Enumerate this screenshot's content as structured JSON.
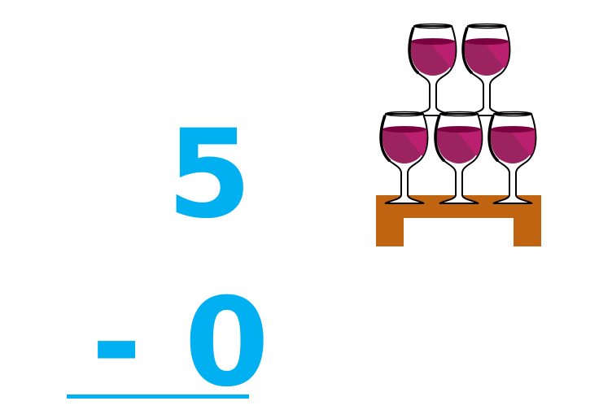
{
  "problem": {
    "minuend": "5",
    "operator": "-",
    "subtrahend": "0"
  },
  "illustration": {
    "glass_count": 5,
    "glass_rows": [
      2,
      3
    ]
  },
  "colors": {
    "digits": "#00b0f0",
    "table": "#c06411",
    "wine_dark": "#9b2460",
    "wine_light": "#bb2070",
    "wine_top": "#7a0040"
  }
}
